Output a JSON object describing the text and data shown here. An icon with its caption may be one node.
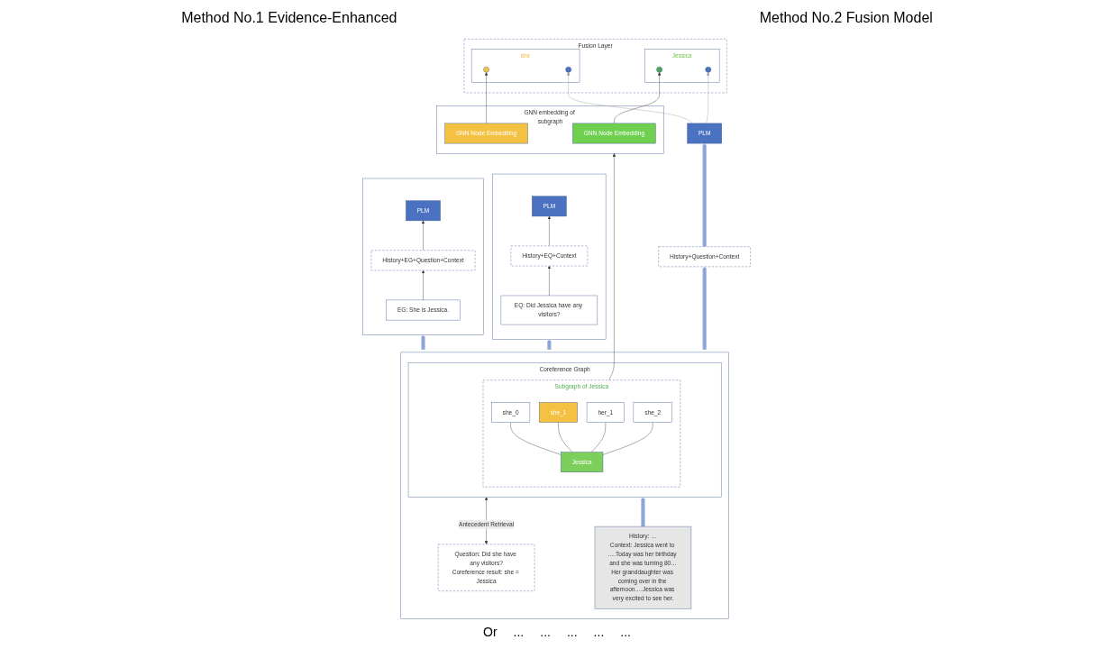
{
  "diagram": {
    "nodes": [
      {
        "text": [],
        "shape": "box"
      },
      {
        "text": [
          "PLM"
        ],
        "in": 0
      },
      {
        "text": [
          "History+EQ+Context"
        ],
        "in": 0
      },
      {
        "text": [
          "EQ: Did Jessica have any visitors?"
        ],
        "in": 0
      },
      {
        "text": [],
        "shape": "box"
      },
      {
        "text": [
          "PLM"
        ],
        "in": 4
      },
      {
        "text": [
          "History+EG+Question+Context"
        ],
        "in": 4
      },
      {
        "text": [
          "EG: She is Jessica."
        ],
        "in": 4
      },
      {
        "text": [
          "Fusion Layer"
        ]
      },
      {
        "text": [
          "Jessica"
        ],
        "in": 8
      },
      {
        "text": [],
        "shape": "circle",
        "in": 9
      },
      {
        "text": [],
        "shape": "circle",
        "in": 9
      },
      {
        "text": [
          "she"
        ],
        "in": 8
      },
      {
        "text": [],
        "shape": "circle",
        "in": 12
      },
      {
        "text": [],
        "shape": "circle",
        "in": 12
      },
      {
        "text": [
          "GNN embedding of subgraph"
        ]
      },
      {
        "text": [
          "GNN Node Embedding"
        ],
        "in": 15
      },
      {
        "text": [
          "GNN Node Embedding"
        ],
        "in": 15
      },
      {
        "text": [
          "PLM"
        ]
      },
      {
        "text": [
          "History+Question+Context"
        ]
      },
      {
        "text": [],
        "shape": "box"
      },
      {
        "text": [
          "Question: Did she have any visitors?",
          "Coreference result: she = Jessica"
        ],
        "in": 20
      },
      {
        "text": [
          "History: …",
          "Context: Jessica went to ….Today was her birthday and she was turning 80…Her granddaughter was coming over in the afternoon….Jessica was very excited to see her."
        ],
        "in": 20
      },
      {
        "text": [
          "Coreference Graph"
        ],
        "in": 20
      },
      {
        "text": [
          "Subgraph of Jessica"
        ],
        "in": 23
      },
      {
        "text": [
          "Jessica"
        ],
        "in": 24
      },
      {
        "text": [
          "she_0"
        ],
        "in": 24
      },
      {
        "text": [
          "she_1"
        ],
        "in": 24
      },
      {
        "text": [
          "her_1"
        ],
        "in": 24
      },
      {
        "text": [
          "she_2"
        ],
        "in": 24
      }
    ],
    "edges": [
      {
        "from": 3,
        "to": 2,
        "arrow": "to"
      },
      {
        "from": 2,
        "to": 1,
        "arrow": "to"
      },
      {
        "from": 7,
        "to": 6,
        "arrow": "to"
      },
      {
        "from": 6,
        "to": 5,
        "arrow": "to"
      },
      {
        "from": 20,
        "to": 0,
        "arrow": "to",
        "style": "thick",
        "color": "#8ea6d6"
      },
      {
        "from": 20,
        "to": 4,
        "arrow": "to",
        "style": "thick",
        "color": "#8ea6d6"
      },
      {
        "from": 20,
        "to": 19,
        "arrow": "to",
        "style": "thick",
        "color": "#8ea6d6"
      },
      {
        "from": 19,
        "to": 18,
        "arrow": "to",
        "style": "thick",
        "color": "#8ea6d6"
      },
      {
        "from": 18,
        "to": 11,
        "arrow": "to",
        "color": "#999999"
      },
      {
        "from": 18,
        "to": 14,
        "arrow": "to",
        "color": "#999999"
      },
      {
        "from": 16,
        "to": 10,
        "arrow": "to"
      },
      {
        "from": 17,
        "to": 13,
        "arrow": "to"
      },
      {
        "from": 24,
        "to": 15,
        "arrow": "to"
      },
      {
        "from": 21,
        "to": 23,
        "arrow": "both",
        "label": "Antecedent Retrieval"
      },
      {
        "from": 22,
        "to": 23,
        "arrow": "to",
        "style": "thick",
        "color": "#8ea6d6"
      },
      {
        "from": 25,
        "to": 26,
        "arrow": "none"
      },
      {
        "from": 25,
        "to": 27,
        "arrow": "none"
      },
      {
        "from": 25,
        "to": 28,
        "arrow": "none"
      },
      {
        "from": 25,
        "to": 29,
        "arrow": "none"
      }
    ],
    "labels": [
      "Method No.1 Evidence-Enhanced",
      "Method No.2 Fusion Model",
      "Or",
      "...",
      "...",
      "...",
      "...",
      "..."
    ]
  }
}
